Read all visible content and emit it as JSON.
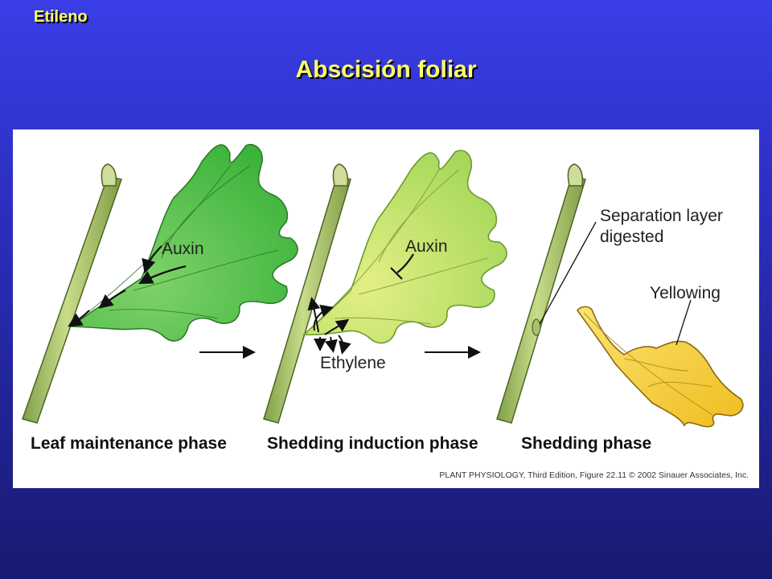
{
  "slide": {
    "label": "Etileno",
    "title": "Abscisión foliar"
  },
  "figure": {
    "auxin_1": "Auxin",
    "auxin_2": "Auxin",
    "ethylene": "Ethylene",
    "separation_line1": "Separation layer",
    "separation_line2": "digested",
    "yellowing": "Yellowing",
    "phases": [
      "Leaf maintenance phase",
      "Shedding induction phase",
      "Shedding phase"
    ],
    "credit_source": "PLANT PHYSIOLOGY",
    "credit_rest": ", Third Edition, Figure 22.11  © 2002 Sinauer Associates, Inc."
  },
  "colors": {
    "title_yellow": "#ffff66",
    "leaf_green": "#4fc64a",
    "leaf_yellowgreen": "#bfe36a",
    "leaf_yellow": "#f5cc2e",
    "stem": "#9ab85a"
  }
}
